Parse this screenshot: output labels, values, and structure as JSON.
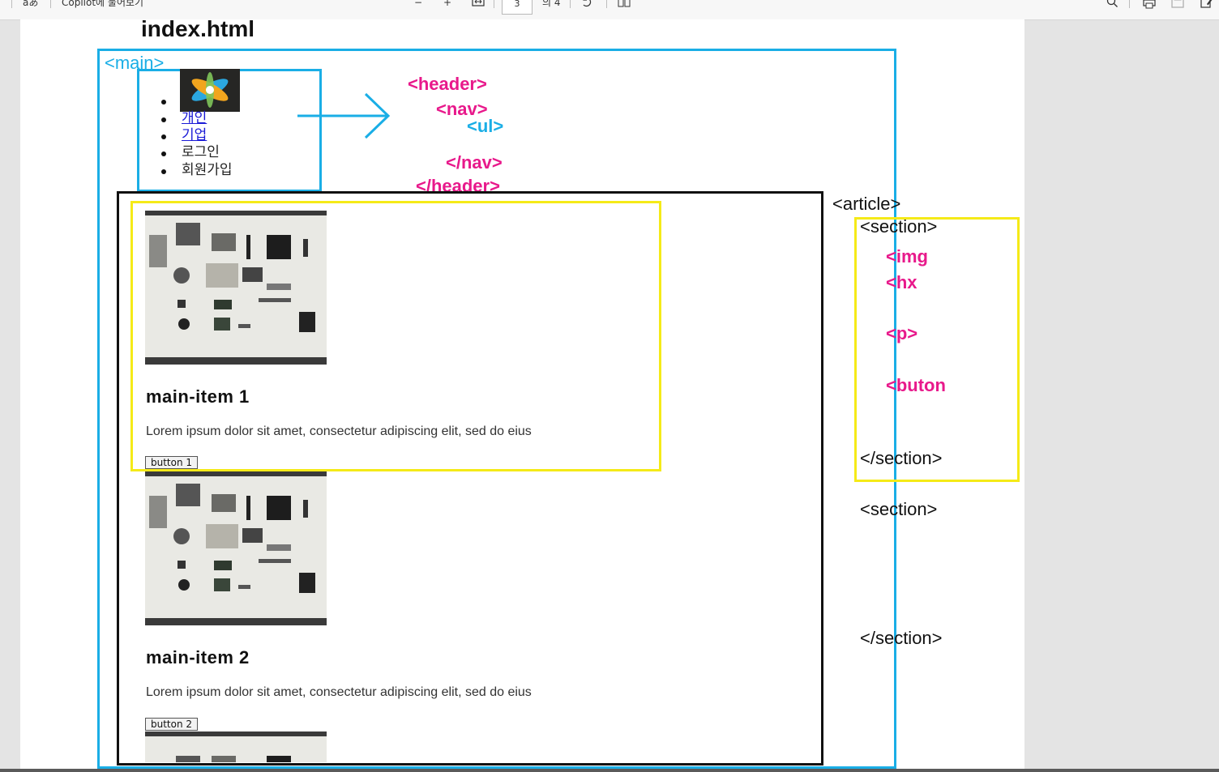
{
  "toolbar": {
    "read_aloud_icon_text": "aあ",
    "copilot_label": "Copilot에 물어보기",
    "zoom_out": "−",
    "zoom_in": "+",
    "current_page": "3",
    "page_total": "의 4",
    "icons": [
      "read-aloud-icon",
      "zoom-out-icon",
      "zoom-in-icon",
      "fit-width-icon",
      "rotate-icon",
      "page-view-icon",
      "search-icon",
      "print-icon",
      "save-icon",
      "edit-icon"
    ]
  },
  "document": {
    "title": "index.html",
    "annotations": {
      "main": "<main>",
      "header_open": "<header>",
      "nav_open": "<nav>",
      "ul": "<ul>",
      "nav_close": "</nav>",
      "header_close": "</header>",
      "article": "<article>",
      "section_open": "<section>",
      "img": "<img",
      "hx": "<hx",
      "p": "<p>",
      "button": "<buton",
      "section_close": "</section>",
      "section_open_2": "<section>",
      "section_close_2": "</section>"
    },
    "nav_items": [
      {
        "label": "개인",
        "link": true
      },
      {
        "label": "기업",
        "link": true
      },
      {
        "label": "로그인",
        "link": false
      },
      {
        "label": "회원가입",
        "link": false
      }
    ],
    "items": [
      {
        "title": "main-item 1",
        "text": "Lorem ipsum dolor sit amet, consectetur adipiscing elit, sed do eius",
        "button": "button 1"
      },
      {
        "title": "main-item 2",
        "text": "Lorem ipsum dolor sit amet, consectetur adipiscing elit, sed do eius",
        "button": "button 2"
      }
    ],
    "colors": {
      "main_box": "#1aaee6",
      "article_box": "#111111",
      "section_box": "#f5ea18",
      "tag_pink": "#e8198b"
    }
  }
}
